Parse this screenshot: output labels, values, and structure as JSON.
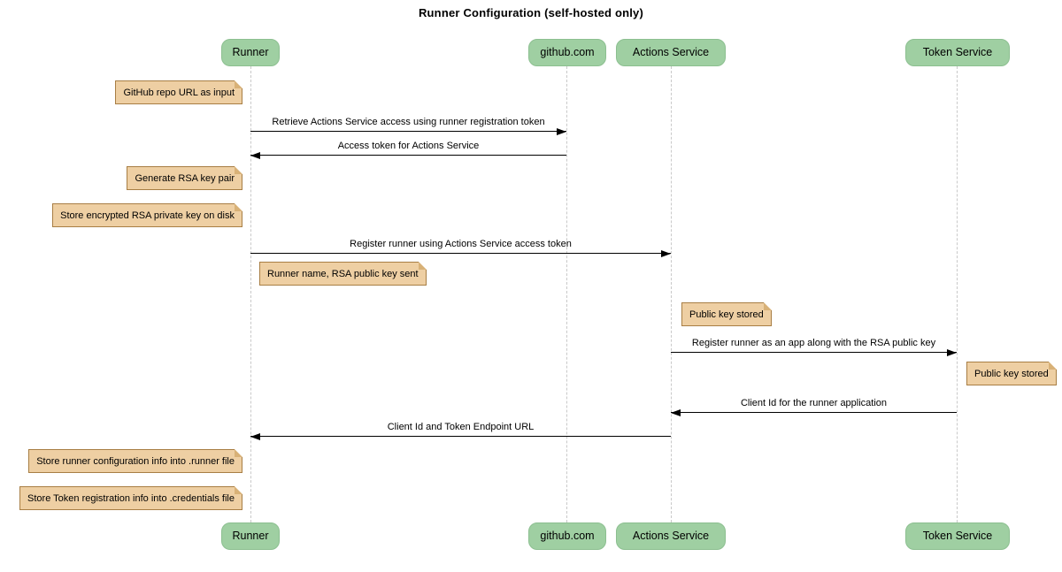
{
  "title": "Runner Configuration (self-hosted only)",
  "participants": [
    {
      "label": "Runner"
    },
    {
      "label": "github.com"
    },
    {
      "label": "Actions Service"
    },
    {
      "label": "Token Service"
    }
  ],
  "messages": [
    {
      "text": "Retrieve Actions Service access using runner registration token",
      "from": "Runner",
      "to": "github.com",
      "direction": "right"
    },
    {
      "text": "Access token for Actions Service",
      "from": "github.com",
      "to": "Runner",
      "direction": "left"
    },
    {
      "text": "Register runner using Actions Service access token",
      "from": "Runner",
      "to": "Actions Service",
      "direction": "right"
    },
    {
      "text": "Register runner as an app along with the RSA public key",
      "from": "Actions Service",
      "to": "Token Service",
      "direction": "right"
    },
    {
      "text": "Client Id for the runner application",
      "from": "Token Service",
      "to": "Actions Service",
      "direction": "left"
    },
    {
      "text": "Client Id and Token Endpoint URL",
      "from": "Actions Service",
      "to": "Runner",
      "direction": "left"
    }
  ],
  "notes": [
    {
      "text": "GitHub repo URL as input",
      "placement": "left of Runner"
    },
    {
      "text": "Generate RSA key pair",
      "placement": "left of Runner"
    },
    {
      "text": "Store encrypted RSA private key on disk",
      "placement": "left of Runner"
    },
    {
      "text": "Runner name, RSA public key sent",
      "placement": "right of Runner"
    },
    {
      "text": "Public key stored",
      "placement": "right of Actions Service"
    },
    {
      "text": "Public key stored",
      "placement": "right of Token Service"
    },
    {
      "text": "Store runner configuration info into .runner file",
      "placement": "left of Runner"
    },
    {
      "text": "Store Token registration info into .credentials file",
      "placement": "left of Runner"
    }
  ],
  "colors": {
    "background": "#ffffff",
    "actor_fill": "#9fcfa2",
    "actor_border": "#8cbf90",
    "note_fill": "#eecfa3",
    "note_border": "#a87e44",
    "note_fold": "#d8b177",
    "lifeline": "#c9c9c9",
    "message": "#000000"
  }
}
